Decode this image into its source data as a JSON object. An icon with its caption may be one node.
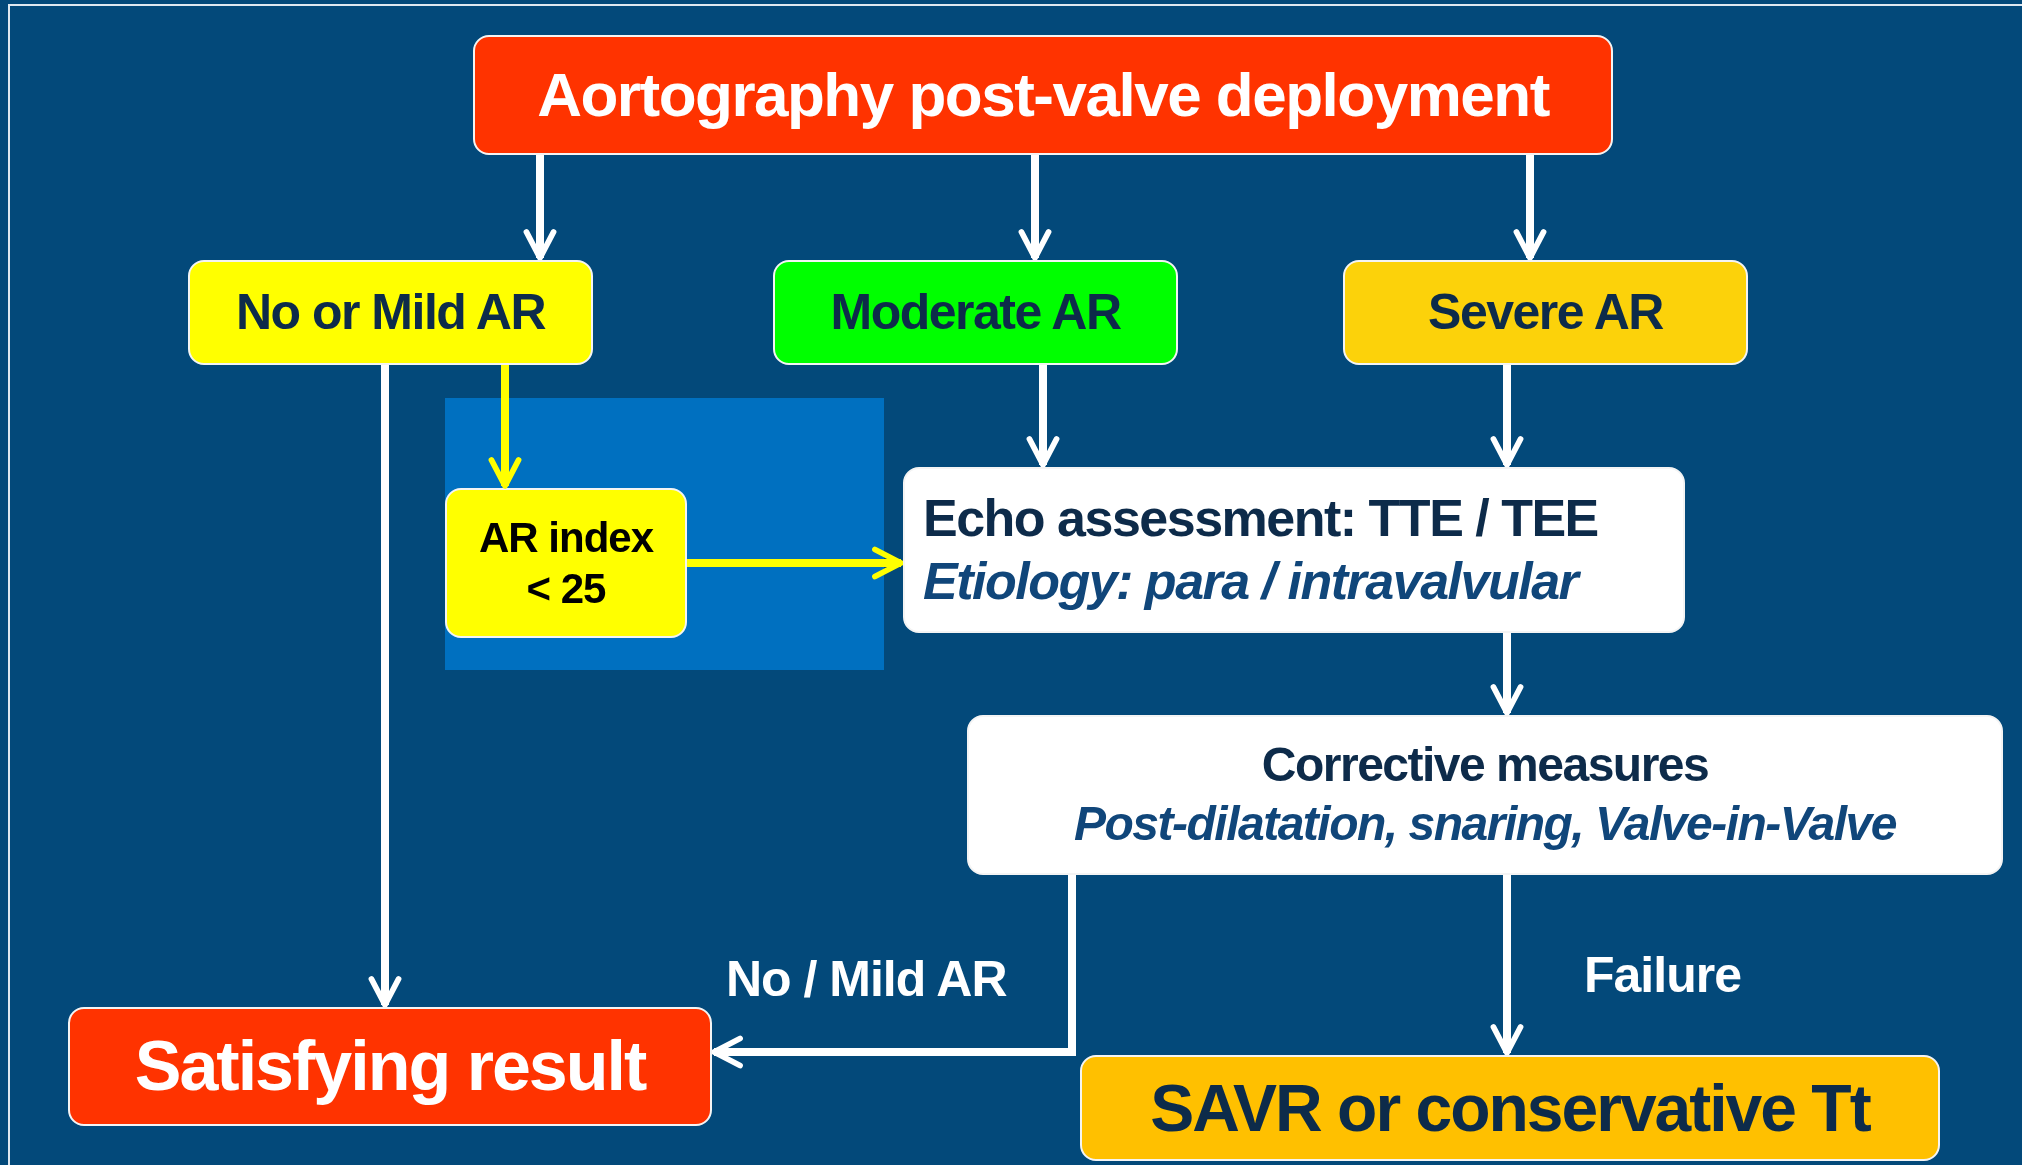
{
  "diagram": {
    "nodes": [
      {
        "text": [
          "Aortography post-valve deployment"
        ]
      },
      {
        "text": [
          "No or Mild AR"
        ]
      },
      {
        "text": [
          "Moderate AR"
        ]
      },
      {
        "text": [
          "Severe AR"
        ]
      },
      {
        "text": [],
        "shape": "box"
      },
      {
        "text": [
          "AR index < 25"
        ],
        "in": 4
      },
      {
        "text": [
          "Echo assessment: TTE / TEE",
          "Etiology: para / intravalvular"
        ]
      },
      {
        "text": [
          "Corrective measures",
          "Post-dilatation, snaring, Valve-in-Valve"
        ]
      },
      {
        "text": [
          "Satisfying result"
        ]
      },
      {
        "text": [
          "SAVR or conservative Tt"
        ]
      }
    ],
    "edges": [
      {
        "from": 0,
        "to": 1,
        "arrow": "to"
      },
      {
        "from": 0,
        "to": 2,
        "arrow": "to"
      },
      {
        "from": 0,
        "to": 3,
        "arrow": "to"
      },
      {
        "from": 1,
        "to": 8,
        "arrow": "to"
      },
      {
        "from": 1,
        "to": 5,
        "arrow": "to",
        "color": "#ffff00"
      },
      {
        "from": 5,
        "to": 6,
        "arrow": "to",
        "color": "#ffff00"
      },
      {
        "from": 2,
        "to": 6,
        "arrow": "to"
      },
      {
        "from": 3,
        "to": 6,
        "arrow": "to"
      },
      {
        "from": 6,
        "to": 7,
        "arrow": "to"
      },
      {
        "from": 7,
        "to": 8,
        "arrow": "to",
        "label": "No / Mild AR"
      },
      {
        "from": 7,
        "to": 9,
        "arrow": "to",
        "label": "Failure"
      }
    ]
  }
}
